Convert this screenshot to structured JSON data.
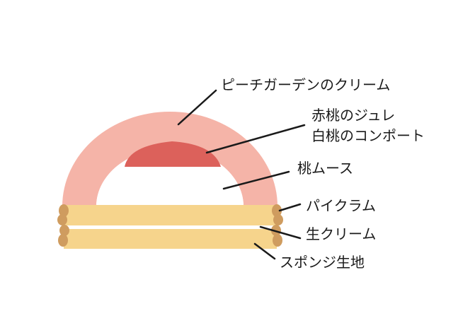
{
  "labels": {
    "cream_top": "ピーチガーデンのクリーム",
    "jelly_line1": "赤桃のジュレ",
    "jelly_line2": "白桃のコンポート",
    "mousse": "桃ムース",
    "crumble": "パイクラム",
    "fresh_cream": "生クリーム",
    "sponge": "スポンジ生地"
  },
  "colors": {
    "cream_pink": "#f5b4a8",
    "jelly_red": "#dc615b",
    "sponge_yellow": "#f6d48c",
    "crumble_brown": "#cf9c5f",
    "cream_white": "#ffffff",
    "leader_line": "#1a1a1a"
  }
}
